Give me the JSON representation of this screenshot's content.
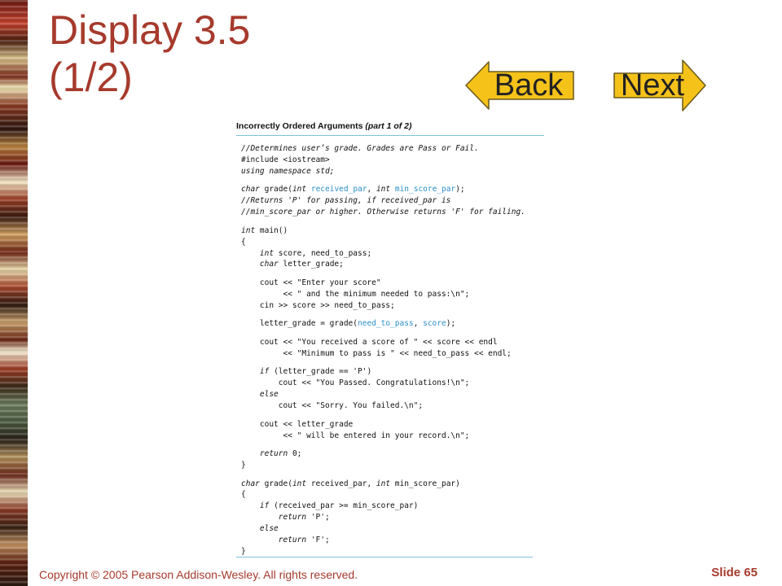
{
  "slide": {
    "title_line1": "Display 3.5",
    "title_line2": "(1/2)",
    "back_label": "Back",
    "next_label": "Next",
    "footer_copyright": "Copyright © 2005 Pearson Addison-Wesley. All rights reserved.",
    "slide_number": "Slide 65"
  },
  "figure": {
    "title_main": "Incorrectly Ordered Arguments",
    "title_sub": "(part 1 of 2)",
    "code_lines": [
      [
        {
          "t": "//Determines user’s grade. Grades are Pass or Fail.",
          "s": "kw"
        }
      ],
      [
        {
          "t": "#include <iostream>"
        }
      ],
      [
        {
          "t": "using namespace std;",
          "s": "kw"
        }
      ],
      [],
      [
        {
          "t": "char",
          "s": "kw"
        },
        {
          "t": " grade("
        },
        {
          "t": "int",
          "s": "kw"
        },
        {
          "t": " "
        },
        {
          "t": "received_par",
          "s": "hl"
        },
        {
          "t": ", "
        },
        {
          "t": "int",
          "s": "kw"
        },
        {
          "t": " "
        },
        {
          "t": "min_score_par",
          "s": "hl"
        },
        {
          "t": ");"
        }
      ],
      [
        {
          "t": "//Returns 'P' for passing, if received_par is",
          "s": "kw"
        }
      ],
      [
        {
          "t": "//min_score_par or higher. Otherwise returns 'F' for failing.",
          "s": "kw"
        }
      ],
      [],
      [
        {
          "t": "int",
          "s": "kw"
        },
        {
          "t": " main()"
        }
      ],
      [
        {
          "t": "{"
        }
      ],
      [
        {
          "t": "    "
        },
        {
          "t": "int",
          "s": "kw"
        },
        {
          "t": " score, need_to_pass;"
        }
      ],
      [
        {
          "t": "    "
        },
        {
          "t": "char",
          "s": "kw"
        },
        {
          "t": " letter_grade;"
        }
      ],
      [],
      [
        {
          "t": "    cout << \"Enter your score\""
        }
      ],
      [
        {
          "t": "         << \" and the minimum needed to pass:\\n\";"
        }
      ],
      [
        {
          "t": "    cin >> score >> need_to_pass;"
        }
      ],
      [],
      [
        {
          "t": "    letter_grade = grade("
        },
        {
          "t": "need_to_pass",
          "s": "hl"
        },
        {
          "t": ", "
        },
        {
          "t": "score",
          "s": "hl"
        },
        {
          "t": ");"
        }
      ],
      [],
      [
        {
          "t": "    cout << \"You received a score of \" << score << endl"
        }
      ],
      [
        {
          "t": "         << \"Minimum to pass is \" << need_to_pass << endl;"
        }
      ],
      [],
      [
        {
          "t": "    "
        },
        {
          "t": "if",
          "s": "kw"
        },
        {
          "t": " (letter_grade == 'P')"
        }
      ],
      [
        {
          "t": "        cout << \"You Passed. Congratulations!\\n\";"
        }
      ],
      [
        {
          "t": "    "
        },
        {
          "t": "else",
          "s": "kw"
        }
      ],
      [
        {
          "t": "        cout << \"Sorry. You failed.\\n\";"
        }
      ],
      [],
      [
        {
          "t": "    cout << letter_grade"
        }
      ],
      [
        {
          "t": "         << \" will be entered in your record.\\n\";"
        }
      ],
      [],
      [
        {
          "t": "    "
        },
        {
          "t": "return",
          "s": "kw"
        },
        {
          "t": " 0;"
        }
      ],
      [
        {
          "t": "}"
        }
      ],
      [],
      [
        {
          "t": "char",
          "s": "kw"
        },
        {
          "t": " grade("
        },
        {
          "t": "int",
          "s": "kw"
        },
        {
          "t": " received_par, "
        },
        {
          "t": "int",
          "s": "kw"
        },
        {
          "t": " min_score_par)"
        }
      ],
      [
        {
          "t": "{"
        }
      ],
      [
        {
          "t": "    "
        },
        {
          "t": "if",
          "s": "kw"
        },
        {
          "t": " (received_par >= min_score_par)"
        }
      ],
      [
        {
          "t": "        "
        },
        {
          "t": "return",
          "s": "kw"
        },
        {
          "t": " 'P';"
        }
      ],
      [
        {
          "t": "    "
        },
        {
          "t": "else",
          "s": "kw"
        }
      ],
      [
        {
          "t": "        "
        },
        {
          "t": "return",
          "s": "kw"
        },
        {
          "t": " 'F';"
        }
      ],
      [
        {
          "t": "}"
        }
      ]
    ]
  },
  "colors": {
    "accent": "#a63a2c",
    "button_fill": "#f5c21a",
    "code_highlight": "#2a8fc9",
    "figure_rule": "#7fc1dc"
  }
}
